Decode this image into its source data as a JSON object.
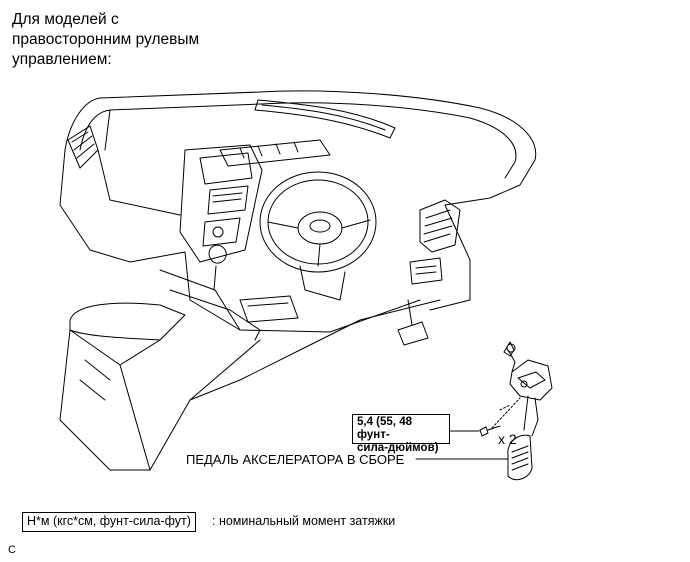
{
  "heading": "Для моделей с\nправосторонним рулевым\nуправлением:",
  "torque_spec": "5,4 (55, 48 фунт-\nсила-дюймов)",
  "quantity": "x 2",
  "part_label": "ПЕДАЛЬ АКСЕЛЕРАТОРА В СБОРЕ",
  "legend": {
    "units": "Н*м (кгс*см, фунт-сила-фут)",
    "description": ": номинальный момент затяжки"
  },
  "corner_mark": "C"
}
